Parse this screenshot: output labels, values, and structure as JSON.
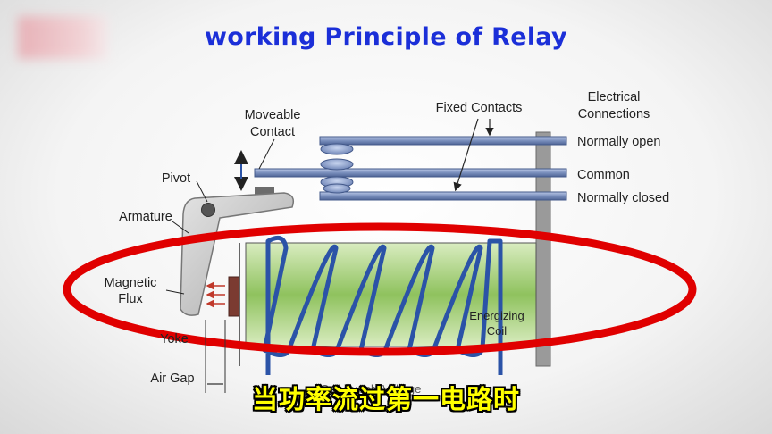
{
  "title": "working Principle of Relay",
  "labels": {
    "moveable_contact_1": "Moveable",
    "moveable_contact_2": "Contact",
    "fixed_contacts": "Fixed Contacts",
    "electrical_1": "Electrical",
    "electrical_2": "Connections",
    "normally_open": "Normally open",
    "common": "Common",
    "normally_closed": "Normally closed",
    "pivot": "Pivot",
    "armature": "Armature",
    "magnetic_1": "Magnetic",
    "magnetic_2": "Flux",
    "yoke": "Yoke",
    "energizing_1": "Energizing",
    "energizing_2": "Coil",
    "air_gap": "Air Gap",
    "coil_supply_voltage": "Coil Supply Voltage"
  },
  "subtitle": "当功率流过第一电路时",
  "colors": {
    "title": "#1b2fd8",
    "highlight_ring": "#e00000",
    "contact_strip": "#7a8fbd",
    "coil_wire": "#2b53a7",
    "core_green": "#9bc96a",
    "subtitle": "#ffff00"
  }
}
